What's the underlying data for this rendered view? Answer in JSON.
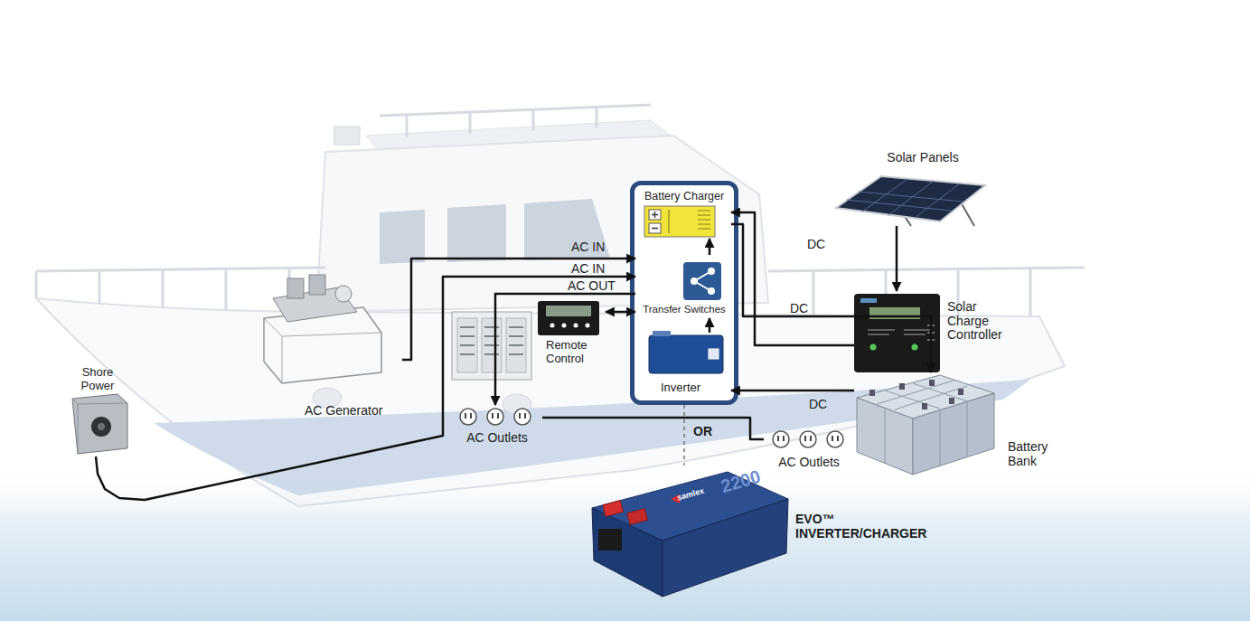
{
  "diagram": {
    "nodes": [
      {
        "text": [
          "Solar Panels"
        ]
      },
      {
        "text": []
      },
      {
        "text": [
          "Battery Charger"
        ],
        "in": 1
      },
      {
        "text": [
          "Transfer Switches"
        ],
        "in": 1
      },
      {
        "text": [
          "Inverter"
        ],
        "in": 1
      },
      {
        "text": [
          "Solar Charge Controller"
        ]
      },
      {
        "text": [
          "AC Generator"
        ]
      },
      {
        "text": [
          "Remote Control"
        ]
      },
      {
        "text": [
          "Shore Power"
        ]
      },
      {
        "text": [
          "Battery Bank"
        ]
      },
      {
        "text": [
          "AC Outlets"
        ]
      },
      {
        "text": [
          "AC Outlets"
        ]
      },
      {
        "text": [
          "EVO™ INVERTER/CHARGER"
        ]
      }
    ],
    "edges": [
      {
        "from": 0,
        "to": 5,
        "arrow": "to"
      },
      {
        "from": 5,
        "to": 2,
        "label": "DC",
        "arrow": "to"
      },
      {
        "from": 2,
        "to": 9,
        "label": "DC",
        "arrow": "to"
      },
      {
        "from": 9,
        "to": 4,
        "label": "DC",
        "arrow": "to"
      },
      {
        "from": 6,
        "to": 3,
        "label": "AC IN",
        "arrow": "to"
      },
      {
        "from": 8,
        "to": 3,
        "label": "AC IN",
        "arrow": "to"
      },
      {
        "from": 3,
        "to": 10,
        "label": "AC OUT",
        "arrow": "to"
      },
      {
        "from": 7,
        "to": 3,
        "arrow": "both"
      },
      {
        "from": 3,
        "to": 2,
        "arrow": "to"
      },
      {
        "from": 4,
        "to": 3,
        "arrow": "to"
      },
      {
        "from": 10,
        "to": 11,
        "arrow": "none"
      },
      {
        "from": 1,
        "to": 12,
        "label": "OR",
        "arrow": "none"
      }
    ],
    "labels": [
      "samlex",
      "2200"
    ]
  }
}
